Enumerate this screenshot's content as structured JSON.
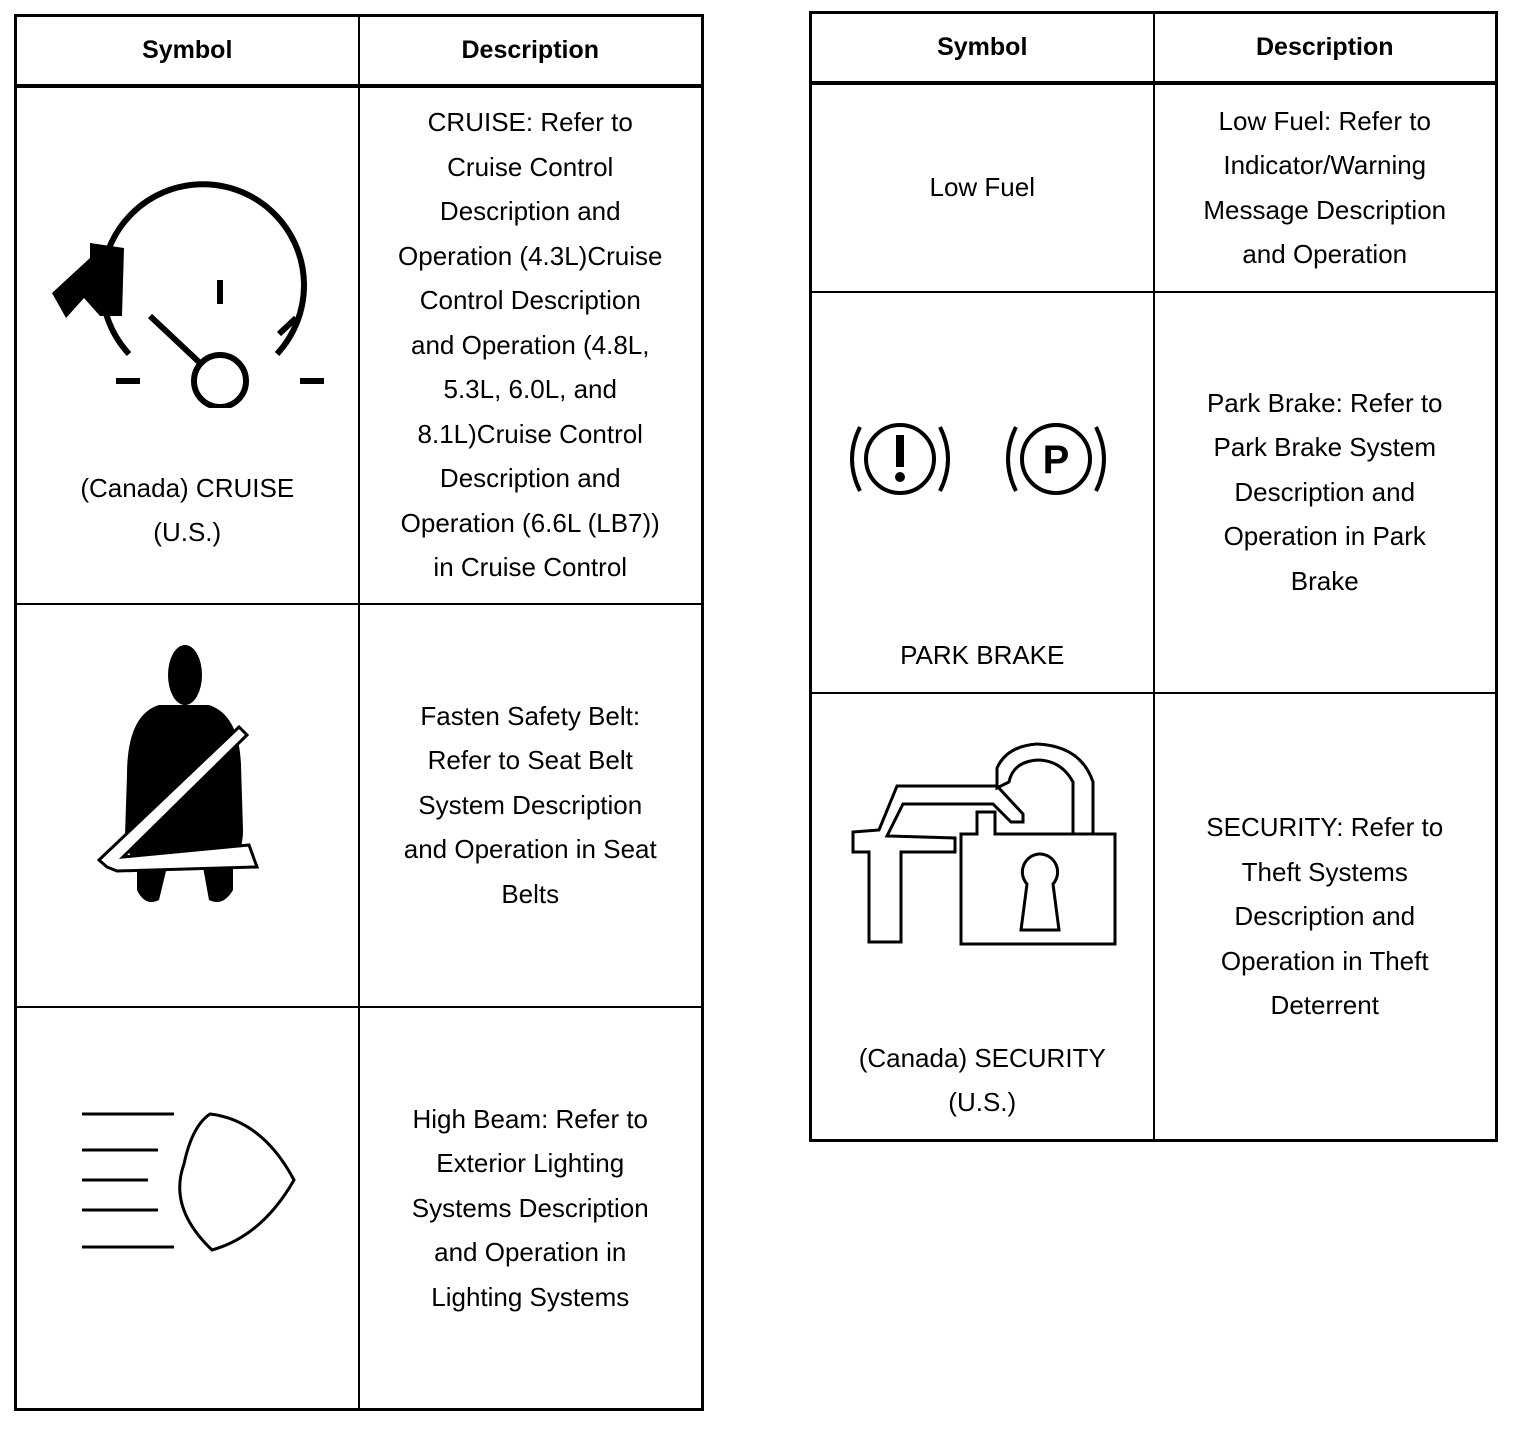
{
  "left_table": {
    "headers": {
      "symbol": "Symbol",
      "description": "Description"
    },
    "rows": [
      {
        "icon": "cruise-speedometer-icon",
        "caption": "(Canada) CRUISE\n(U.S.)",
        "description": "CRUISE: Refer to\nCruise Control\nDescription and\nOperation (4.3L)Cruise\nControl Description\nand Operation (4.8L,\n5.3L, 6.0L, and\n8.1L)Cruise Control\nDescription and\nOperation (6.6L (LB7))\nin Cruise Control"
      },
      {
        "icon": "seat-belt-icon",
        "caption": "",
        "description": "Fasten Safety Belt:\nRefer to Seat Belt\nSystem Description\nand Operation in Seat\nBelts"
      },
      {
        "icon": "high-beam-icon",
        "caption": "",
        "description": "High Beam: Refer to\nExterior Lighting\nSystems Description\nand Operation in\nLighting Systems"
      }
    ]
  },
  "right_table": {
    "headers": {
      "symbol": "Symbol",
      "description": "Description"
    },
    "rows": [
      {
        "icon": "",
        "caption": "Low Fuel",
        "description": "Low Fuel: Refer to\nIndicator/Warning\nMessage Description\nand Operation"
      },
      {
        "icon": "park-brake-icon",
        "caption": "PARK BRAKE",
        "icon_text_p": "P",
        "description": "Park Brake: Refer to\nPark Brake System\nDescription and\nOperation in Park\nBrake"
      },
      {
        "icon": "security-car-lock-icon",
        "caption": "(Canada) SECURITY\n(U.S.)",
        "description": "SECURITY: Refer to\nTheft Systems\nDescription and\nOperation in Theft\nDeterrent"
      }
    ]
  }
}
